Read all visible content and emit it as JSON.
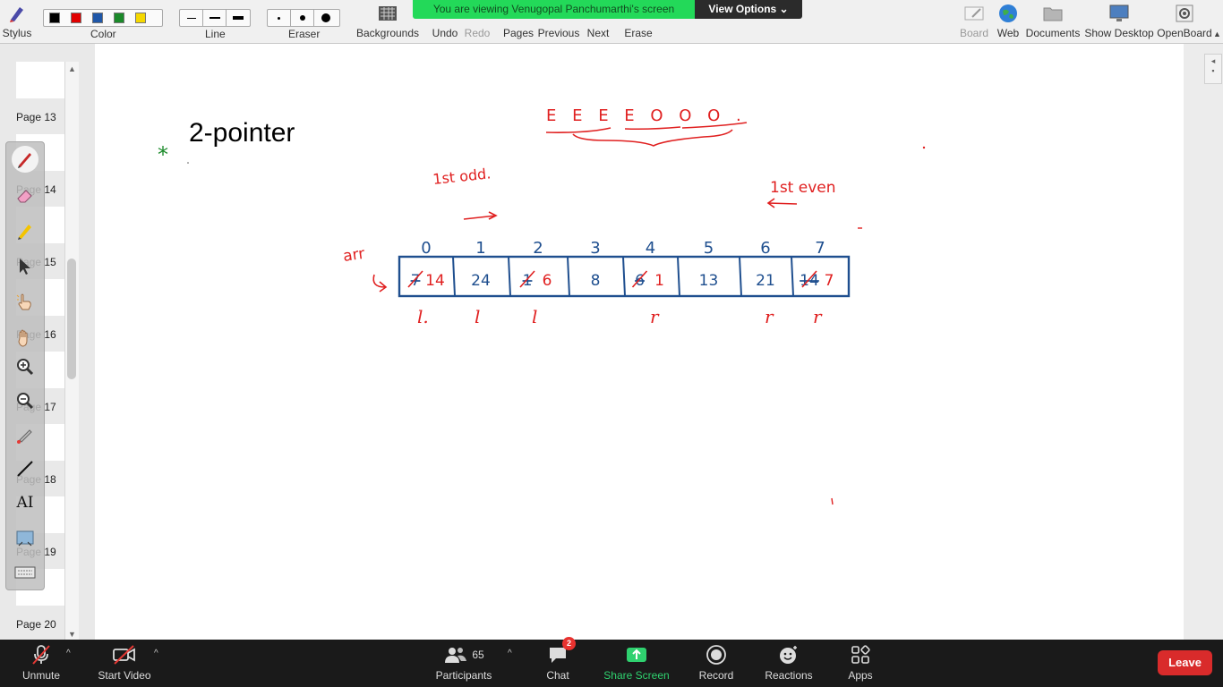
{
  "banner": {
    "text": "You are viewing Venugopal Panchumarthi's screen",
    "view_options": "View Options"
  },
  "toolbar": {
    "stylus": "Stylus",
    "color": "Color",
    "line": "Line",
    "eraser": "Eraser",
    "backgrounds": "Backgrounds",
    "undo": "Undo",
    "redo": "Redo",
    "pages": "Pages",
    "previous": "Previous",
    "next": "Next",
    "erase": "Erase",
    "board": "Board",
    "web": "Web",
    "documents": "Documents",
    "show_desktop": "Show Desktop",
    "openboard": "OpenBoard",
    "colors": [
      "#000000",
      "#e00000",
      "#1f57a8",
      "#1b8a2a",
      "#f5d800"
    ]
  },
  "pages": [
    "Page 13",
    "Page 14",
    "Page 15",
    "Page 16",
    "Page 17",
    "Page 18",
    "Page 19",
    "Page 20"
  ],
  "board": {
    "title": "2-pointer",
    "bullet": "*",
    "seq": "E E E E O O O .",
    "first_odd": "1st odd.",
    "first_even": "1st even",
    "arr": "arr",
    "indices": [
      "0",
      "1",
      "2",
      "3",
      "4",
      "5",
      "6",
      "7"
    ],
    "cells": [
      {
        "struck": "7",
        "value": "14"
      },
      {
        "struck": "",
        "value": "24"
      },
      {
        "struck": "1",
        "value": "6"
      },
      {
        "struck": "",
        "value": "8"
      },
      {
        "struck": "6",
        "value": "1"
      },
      {
        "struck": "",
        "value": "13"
      },
      {
        "struck": "",
        "value": "21"
      },
      {
        "struck": "14",
        "value": "7"
      }
    ],
    "pointers_l": [
      "l.",
      "l",
      "l"
    ],
    "pointers_r": [
      "r",
      "r",
      "r"
    ]
  },
  "meeting": {
    "unmute": "Unmute",
    "start_video": "Start Video",
    "participants": "Participants",
    "participants_count": "65",
    "chat": "Chat",
    "chat_badge": "2",
    "share_screen": "Share Screen",
    "record": "Record",
    "reactions": "Reactions",
    "apps": "Apps",
    "leave": "Leave"
  }
}
